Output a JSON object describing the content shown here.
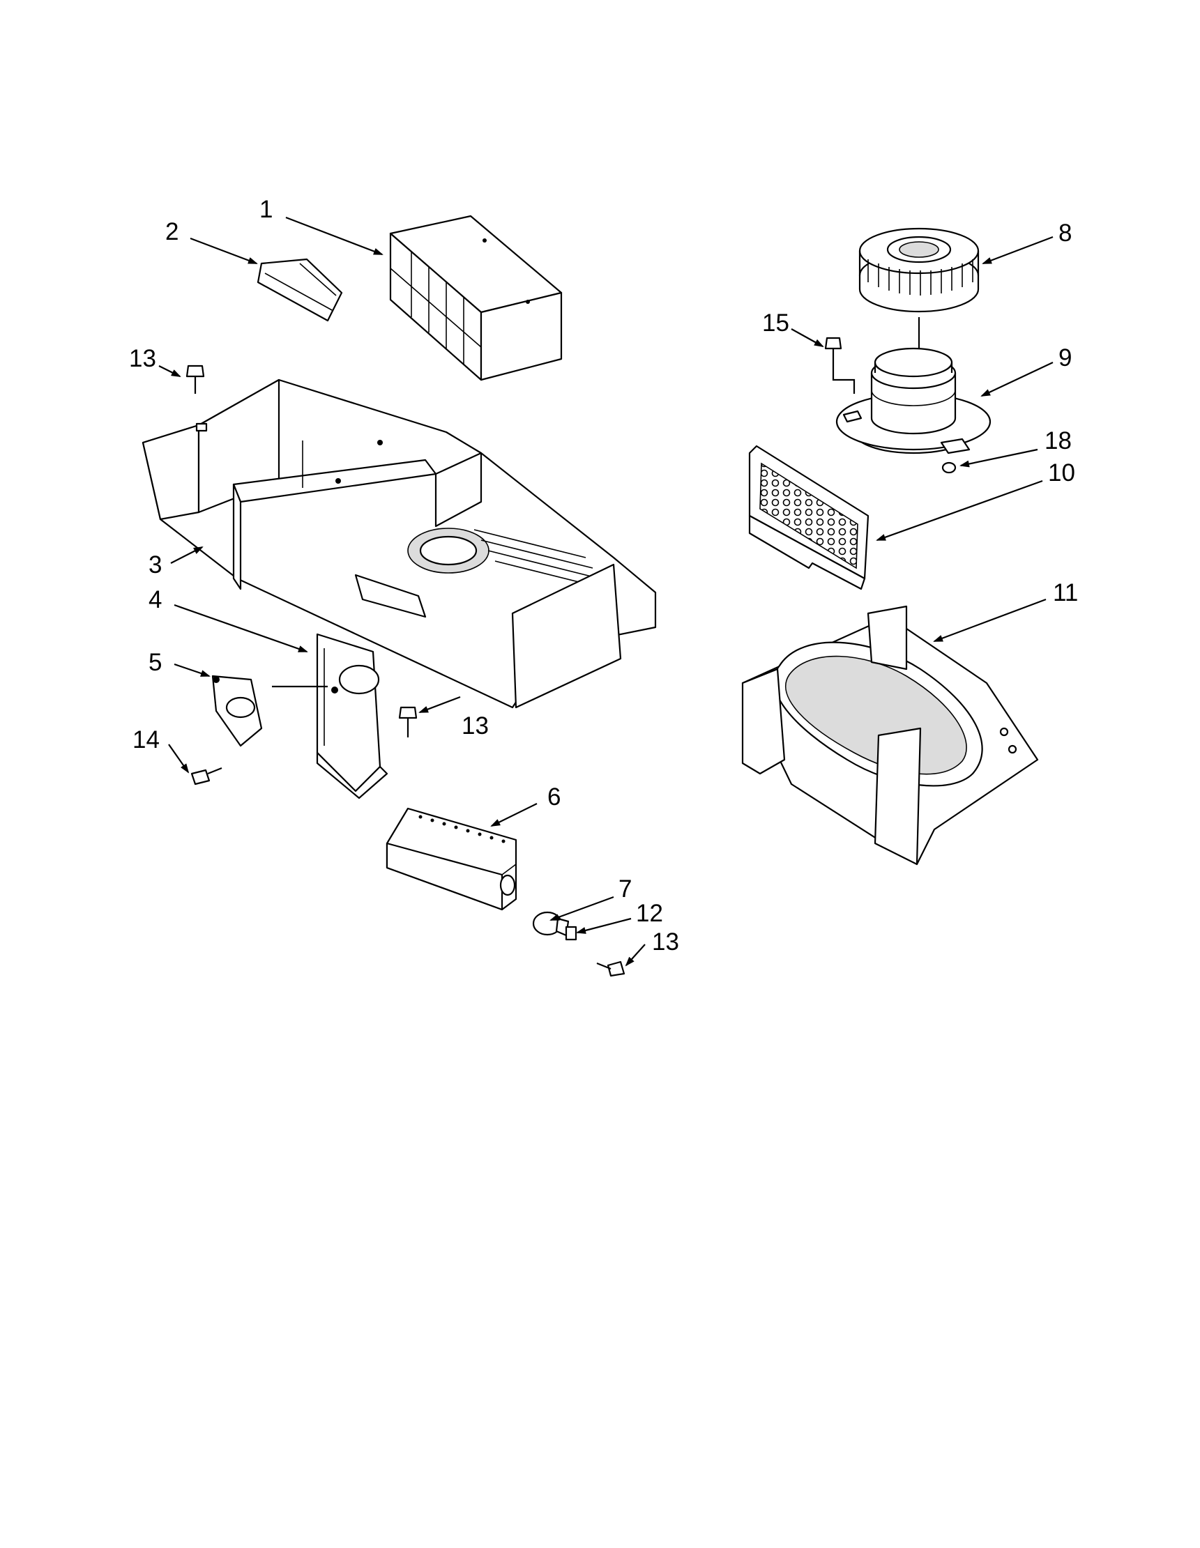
{
  "diagram": {
    "background": "#ffffff",
    "ink_color": "#000000",
    "callouts": [
      {
        "id": "c1",
        "label": "1"
      },
      {
        "id": "c2",
        "label": "2"
      },
      {
        "id": "c3",
        "label": "3"
      },
      {
        "id": "c4",
        "label": "4"
      },
      {
        "id": "c5",
        "label": "5"
      },
      {
        "id": "c6",
        "label": "6"
      },
      {
        "id": "c7",
        "label": "7"
      },
      {
        "id": "c8",
        "label": "8"
      },
      {
        "id": "c9",
        "label": "9"
      },
      {
        "id": "c10",
        "label": "10"
      },
      {
        "id": "c11",
        "label": "11"
      },
      {
        "id": "c12",
        "label": "12"
      },
      {
        "id": "c13a",
        "label": "13"
      },
      {
        "id": "c13b",
        "label": "13"
      },
      {
        "id": "c13c",
        "label": "13"
      },
      {
        "id": "c14",
        "label": "14"
      },
      {
        "id": "c15",
        "label": "15"
      },
      {
        "id": "c18",
        "label": "18"
      }
    ]
  }
}
